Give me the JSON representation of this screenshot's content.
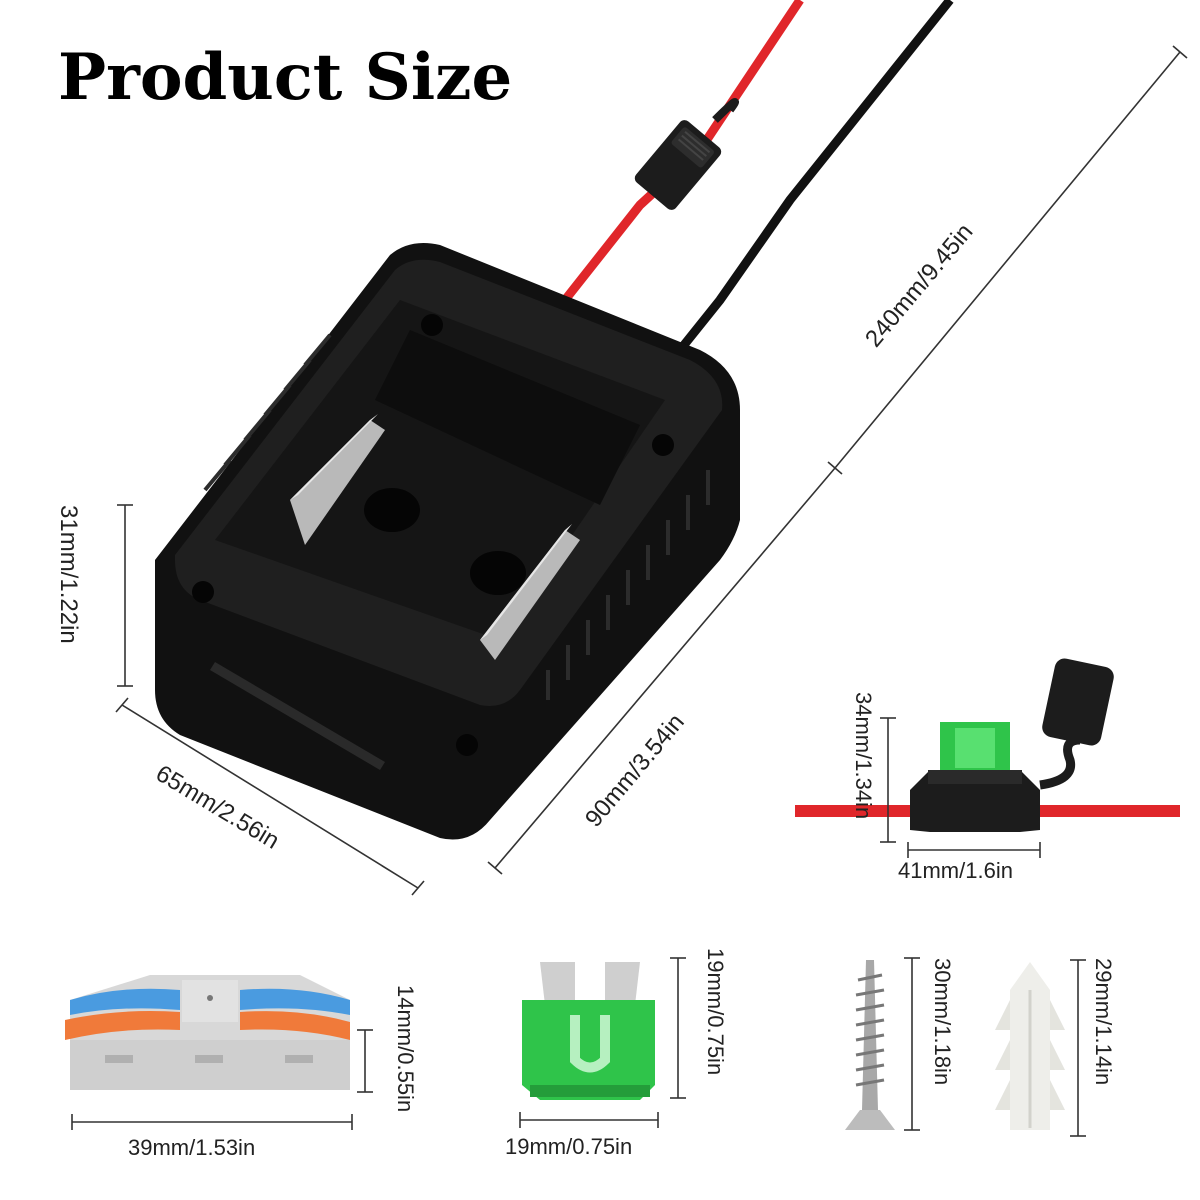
{
  "title": "Product Size",
  "dimensions": {
    "cable_length": "240mm/9.45in",
    "adapter_length": "90mm/3.54in",
    "adapter_width": "65mm/2.56in",
    "adapter_height": "31mm/1.22in",
    "fuse_holder_height": "34mm/1.34in",
    "fuse_holder_width": "41mm/1.6in",
    "connector_width": "39mm/1.53in",
    "connector_height": "14mm/0.55in",
    "fuse_width": "19mm/0.75in",
    "fuse_height": "19mm/0.75in",
    "screw_length": "30mm/1.18in",
    "anchor_length": "29mm/1.14in"
  },
  "colors": {
    "wire_red": "#e0262a",
    "wire_black": "#111111",
    "fuse_green": "#2fc44a",
    "connector_blue": "#4a9be0",
    "connector_orange": "#f07a3a",
    "connector_grey": "#d8d8d8",
    "body_black": "#1a1a1a"
  }
}
